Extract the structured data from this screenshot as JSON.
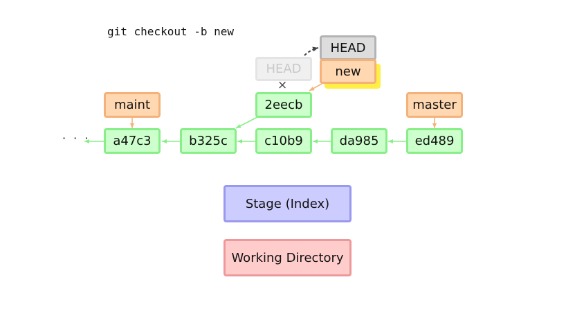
{
  "command": "git checkout -b new",
  "ellipsis": "· · ·",
  "commits": [
    "a47c3",
    "b325c",
    "c10b9",
    "da985",
    "ed489",
    "2eecb"
  ],
  "branches": {
    "maint": "maint",
    "master": "master",
    "new": "new"
  },
  "head": {
    "current": "HEAD",
    "previous": "HEAD"
  },
  "cross_mark": "×",
  "areas": {
    "stage": "Stage (Index)",
    "working_directory": "Working Directory"
  },
  "colors": {
    "commit_fill": "#ccffcc",
    "commit_border": "#88ee88",
    "branch_fill": "#ffd7b0",
    "branch_border": "#f4b27a",
    "head_fill": "#dddddd",
    "head_border": "#b3b3b3",
    "stage_fill": "#ccccff",
    "stage_border": "#9999ee",
    "workdir_fill": "#ffcccc",
    "workdir_border": "#ee9999",
    "highlight": "#ffee44"
  }
}
